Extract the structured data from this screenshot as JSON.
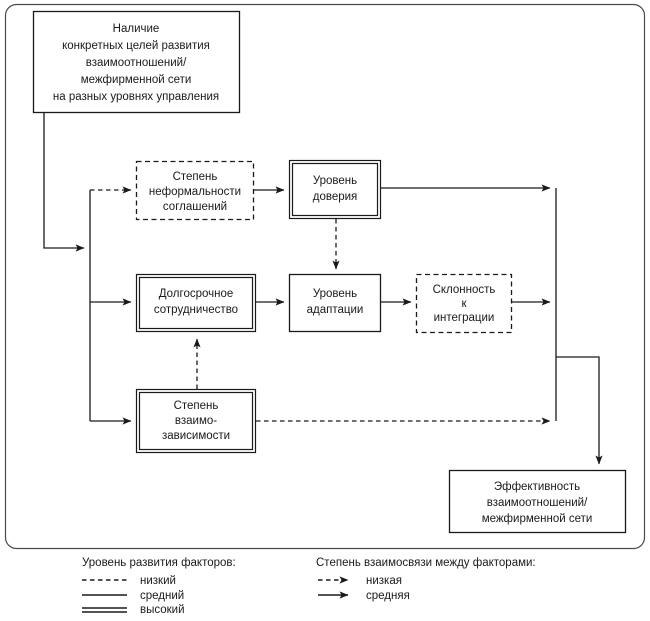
{
  "diagram": {
    "nodes": [
      {
        "id": "goals",
        "border": "solid",
        "lines": [
          "Наличие",
          "конкретных целей развития",
          "взаимоотношений/",
          "межфирменной сети",
          "на разных уровнях управления"
        ]
      },
      {
        "id": "informality",
        "border": "dashed",
        "lines": [
          "Степень",
          "неформальности",
          "соглашений"
        ]
      },
      {
        "id": "trust",
        "border": "double",
        "lines": [
          "Уровень",
          "доверия"
        ]
      },
      {
        "id": "longterm",
        "border": "double",
        "lines": [
          "Долгосрочное",
          "сотрудничество"
        ]
      },
      {
        "id": "adaptation",
        "border": "solid",
        "lines": [
          "Уровень",
          "адаптации"
        ]
      },
      {
        "id": "integration",
        "border": "dashed",
        "lines": [
          "Склонность",
          "к",
          "интеграции"
        ]
      },
      {
        "id": "interdependence",
        "border": "double",
        "lines": [
          "Степень",
          "взаимо-",
          "зависимости"
        ]
      },
      {
        "id": "effectiveness",
        "border": "solid",
        "lines": [
          "Эффективность",
          "взаимоотношений/",
          "межфирменной сети"
        ]
      }
    ]
  },
  "legend": {
    "factor_levels": {
      "title": "Уровень развития факторов:",
      "items": [
        {
          "style": "dashed",
          "label": "низкий"
        },
        {
          "style": "single",
          "label": "средний"
        },
        {
          "style": "double",
          "label": "высокий"
        }
      ]
    },
    "relation_strength": {
      "title": "Степень взаимосвязи между факторами:",
      "items": [
        {
          "style": "dashed-arrow",
          "label": "низкая"
        },
        {
          "style": "solid-arrow",
          "label": "средняя"
        }
      ]
    }
  },
  "colors": {
    "stroke": "#1a1a1a",
    "frame": "#4a4a4a",
    "background": "#ffffff"
  }
}
